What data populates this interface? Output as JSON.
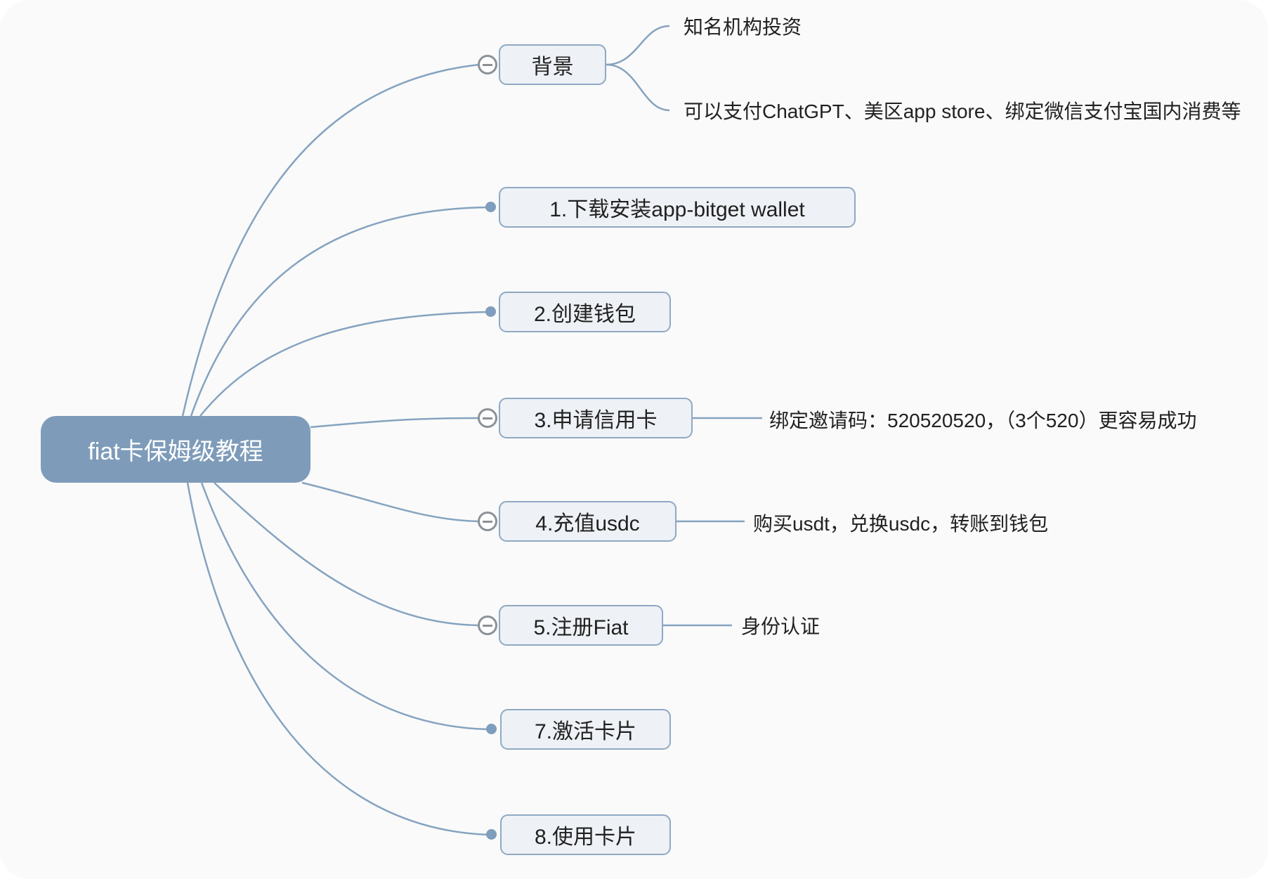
{
  "root": {
    "label": "fiat卡保姆级教程"
  },
  "branches": [
    {
      "label": "背景",
      "indicator": "collapse-minus",
      "children": [
        {
          "label": "知名机构投资"
        },
        {
          "label": "可以支付ChatGPT、美区app store、绑定微信支付宝国内消费等"
        }
      ]
    },
    {
      "label": "1.下载安装app-bitget wallet",
      "indicator": "dot",
      "children": []
    },
    {
      "label": "2.创建钱包",
      "indicator": "dot",
      "children": []
    },
    {
      "label": "3.申请信用卡",
      "indicator": "collapse-minus",
      "children": [
        {
          "label": "绑定邀请码：520520520，（3个520）更容易成功"
        }
      ]
    },
    {
      "label": "4.充值usdc",
      "indicator": "collapse-minus",
      "children": [
        {
          "label": "购买usdt，兑换usdc，转账到钱包"
        }
      ]
    },
    {
      "label": "5.注册Fiat",
      "indicator": "collapse-minus",
      "children": [
        {
          "label": "身份认证"
        }
      ]
    },
    {
      "label": "7.激活卡片",
      "indicator": "dot",
      "children": []
    },
    {
      "label": "8.使用卡片",
      "indicator": "dot",
      "children": []
    }
  ],
  "colors": {
    "canvas_background": "#fafafa",
    "root_fill": "#7e9cba",
    "root_text": "#ffffff",
    "topic_fill": "#eef1f5",
    "topic_border": "#8fa9c4",
    "connector": "#85a3c0",
    "collapse_icon": "#8c9196",
    "text": "#212121"
  }
}
